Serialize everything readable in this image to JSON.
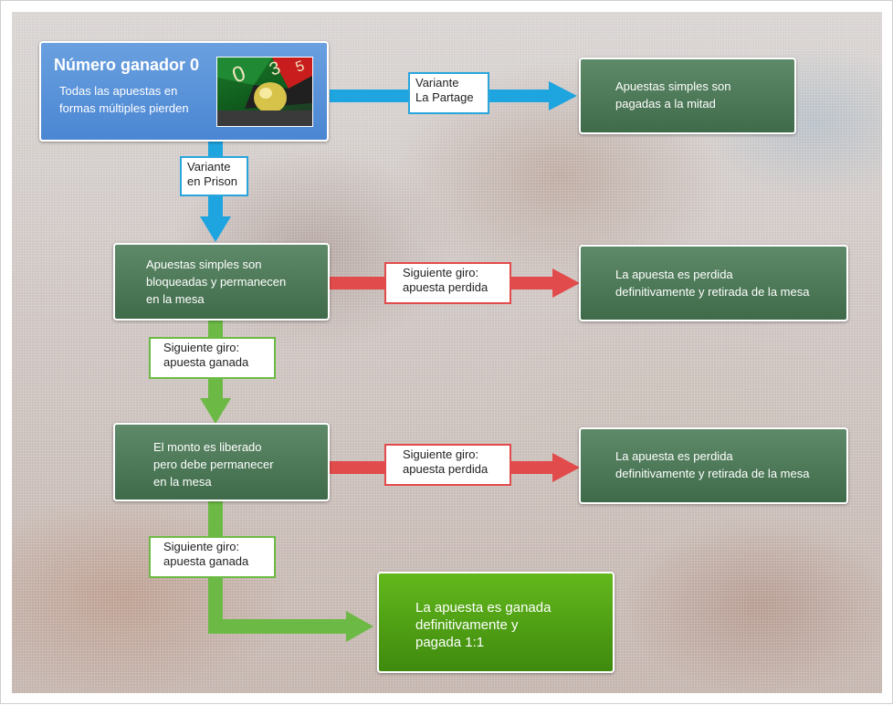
{
  "diagram": {
    "start": {
      "title": "Número ganador 0",
      "text": "Todas las apuestas en formas múltiples pierden",
      "image_numbers": [
        "0",
        "3",
        "5"
      ]
    },
    "labels": {
      "la_partage": [
        "Variante",
        "La Partage"
      ],
      "en_prison": [
        "Variante",
        "en Prison"
      ],
      "perdida_1": [
        "Siguiente giro:",
        "apuesta perdida"
      ],
      "ganada_1": [
        "Siguiente giro:",
        "apuesta ganada"
      ],
      "perdida_2": [
        "Siguiente giro:",
        "apuesta perdida"
      ],
      "ganada_2": [
        "Siguiente giro:",
        "apuesta ganada"
      ]
    },
    "nodes": {
      "pagadas_mitad": [
        "Apuestas simples son",
        "pagadas a la mitad"
      ],
      "bloqueadas": [
        "Apuestas simples son",
        "bloqueadas y permanecen",
        "en la mesa"
      ],
      "perdida_1": [
        "La apuesta es perdida",
        "definitivamente y retirada de la mesa"
      ],
      "liberado": [
        "El monto es liberado",
        "pero debe permanecer",
        "en la mesa"
      ],
      "perdida_2": [
        "La apuesta es perdida",
        "definitivamente y retirada de la mesa"
      ],
      "ganada": [
        "La apuesta es ganada",
        "definitivamente y",
        "pagada 1:1"
      ]
    },
    "colors": {
      "blue_arrow": "#1ea4df",
      "red_arrow": "#e24b4b",
      "green_arrow": "#6cba45",
      "node_dark": "#4a7656",
      "node_bright": "#52a416",
      "node_start": "#4a86d2"
    }
  }
}
